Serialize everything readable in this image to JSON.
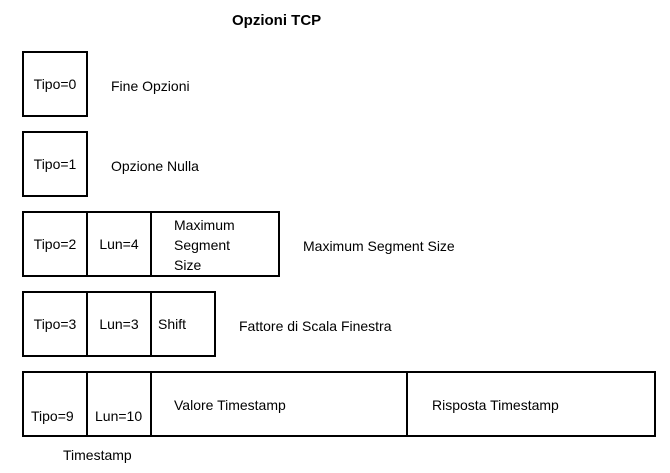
{
  "title": "Opzioni TCP",
  "options": {
    "end": {
      "type": "Tipo=0",
      "description": "Fine Opzioni"
    },
    "nop": {
      "type": "Tipo=1",
      "description": "Opzione Nulla"
    },
    "mss": {
      "type": "Tipo=2",
      "length": "Lun=4",
      "field_line1": "Maximum",
      "field_line2": "Segment",
      "field_line3": "Size",
      "description": "Maximum Segment Size"
    },
    "wscale": {
      "type": "Tipo=3",
      "length": "Lun=3",
      "field": "Shift",
      "description": "Fattore di Scala Finestra"
    },
    "timestamp": {
      "type": "Tipo=9",
      "length": "Lun=10",
      "value": "Valore Timestamp",
      "reply": "Risposta Timestamp",
      "description": "Timestamp"
    }
  }
}
